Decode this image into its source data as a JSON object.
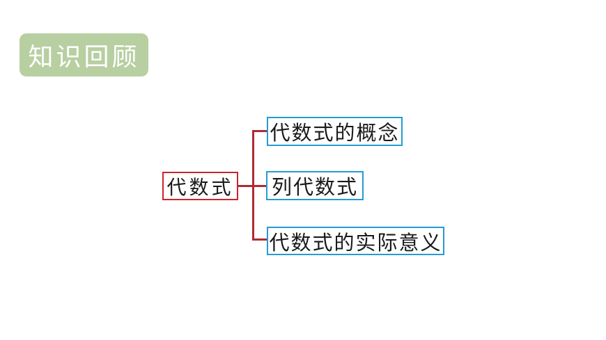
{
  "slide": {
    "background": "#ffffff",
    "badge": {
      "label": "知识回顾",
      "background": "#b7cfa1",
      "text_color": "#ffffff"
    },
    "diagram": {
      "root": {
        "label": "代数式",
        "border_color": "#c9252c"
      },
      "children": [
        {
          "label": "代数式的概念"
        },
        {
          "label": "列代数式"
        },
        {
          "label": "代数式的实际意义"
        }
      ],
      "child_border_color": "#269bd0",
      "connector_color": "#b02a33",
      "text_color": "#1a1a1a"
    }
  }
}
